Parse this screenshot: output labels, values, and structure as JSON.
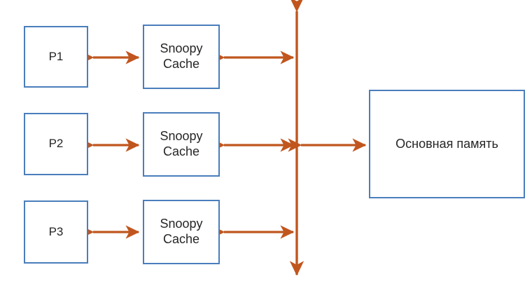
{
  "diagram": {
    "title": "Snoopy cache coherence bus diagram",
    "colors": {
      "box_border": "#4a7ebb",
      "box_fill": "#ffffff",
      "arrow": "#c0561e",
      "text": "#262626",
      "background": "#ffffff"
    },
    "processors": [
      {
        "label": "P1"
      },
      {
        "label": "P2"
      },
      {
        "label": "P3"
      }
    ],
    "caches": [
      {
        "label": "Snoopy\nCache"
      },
      {
        "label": "Snoopy\nCache"
      },
      {
        "label": "Snoopy\nCache"
      }
    ],
    "memory": {
      "label": "Основная память"
    },
    "bus": {
      "label": ""
    },
    "connectors": [
      {
        "name": "p1-cache1",
        "style": "double-arrow"
      },
      {
        "name": "cache1-bus",
        "style": "double-arrow"
      },
      {
        "name": "p2-cache2",
        "style": "double-arrow"
      },
      {
        "name": "cache2-bus",
        "style": "double-arrow"
      },
      {
        "name": "p3-cache3",
        "style": "double-arrow"
      },
      {
        "name": "cache3-bus",
        "style": "double-arrow"
      },
      {
        "name": "bus-memory",
        "style": "double-arrow"
      },
      {
        "name": "system-bus",
        "style": "double-arrow-vertical"
      }
    ]
  }
}
